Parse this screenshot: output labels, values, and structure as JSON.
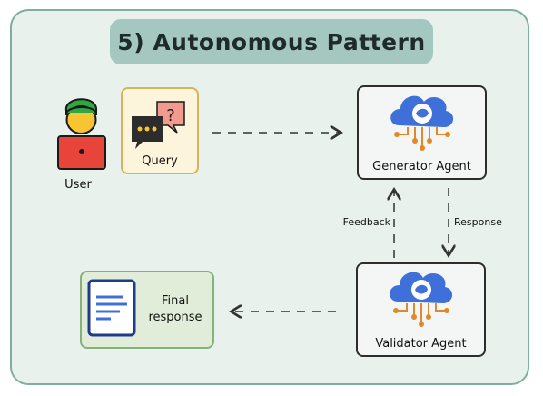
{
  "title": "5) Autonomous Pattern",
  "user": {
    "label": "User"
  },
  "query": {
    "label": "Query",
    "icon": "chat-bubbles-icon"
  },
  "generator": {
    "label": "Generator Agent",
    "icon": "cloud-brain-icon"
  },
  "validator": {
    "label": "Validator Agent",
    "icon": "cloud-brain-icon"
  },
  "final": {
    "label_line1": "Final",
    "label_line2": "response",
    "icon": "document-icon"
  },
  "edges": {
    "feedback": "Feedback",
    "response": "Response"
  },
  "colors": {
    "frame_bg": "#e8f1ec",
    "frame_border": "#7fae9e",
    "title_bg": "#a4c8c0",
    "cloud": "#3f6fd8",
    "circuit": "#e0892a",
    "query_bg": "#fdf4dc",
    "final_bg": "#e1ecd9"
  }
}
